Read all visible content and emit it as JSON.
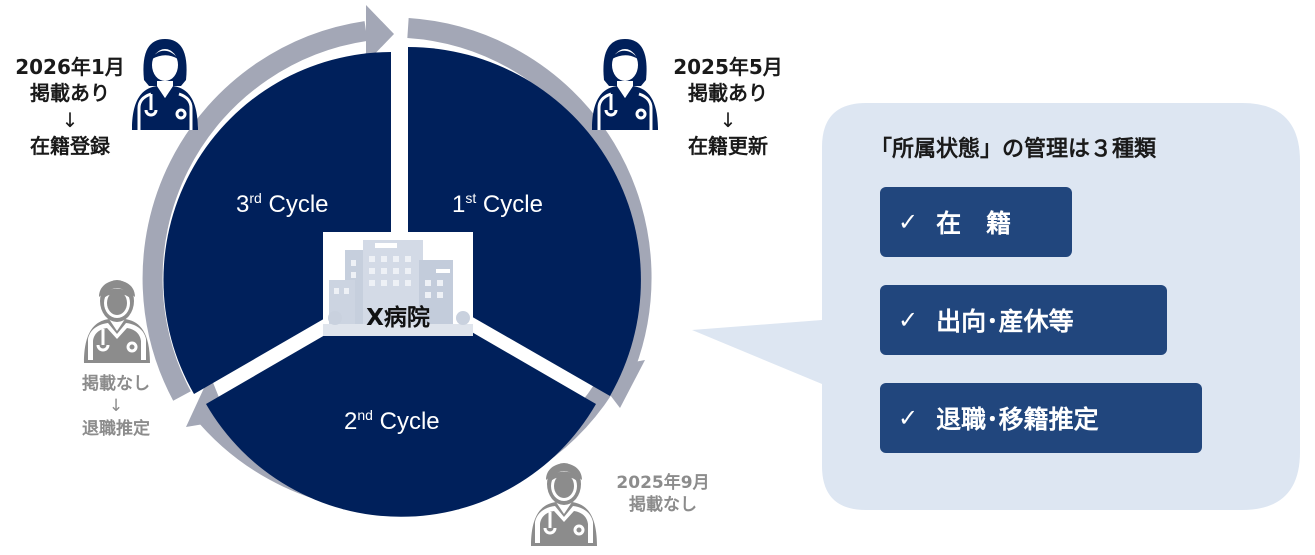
{
  "hospital": {
    "name": "X病院"
  },
  "cycles": [
    {
      "num": "1",
      "suffix": "st",
      "word": "Cycle"
    },
    {
      "num": "2",
      "suffix": "nd",
      "word": "Cycle"
    },
    {
      "num": "3",
      "suffix": "rd",
      "word": "Cycle"
    }
  ],
  "doctors": {
    "top_left": {
      "lines": [
        "2026年1月",
        "掲載あり",
        "↓",
        "在籍登録"
      ]
    },
    "top_right": {
      "lines": [
        "2025年5月",
        "掲載あり",
        "↓",
        "在籍更新"
      ]
    },
    "left": {
      "lines": [
        "掲載なし",
        "↓",
        "退職推定"
      ]
    },
    "bottom": {
      "lines": [
        "2025年9月",
        "掲載なし"
      ]
    }
  },
  "panel": {
    "title": "「所属状態」の管理は３種類",
    "check_glyph": "✓",
    "items": [
      "在　籍",
      "出向･産休等",
      "退職･移籍推定"
    ]
  },
  "colors": {
    "navy": "#00205b",
    "ring": "#a3a7b6",
    "bubble": "#dde6f2",
    "button": "#21467d",
    "female_icon": "#001f5a",
    "grey_icon": "#8c8c8c"
  },
  "icons": {
    "doctor_female": "doctor-female-icon",
    "doctor_male": "doctor-male-icon",
    "hospital": "hospital-building-icon"
  }
}
